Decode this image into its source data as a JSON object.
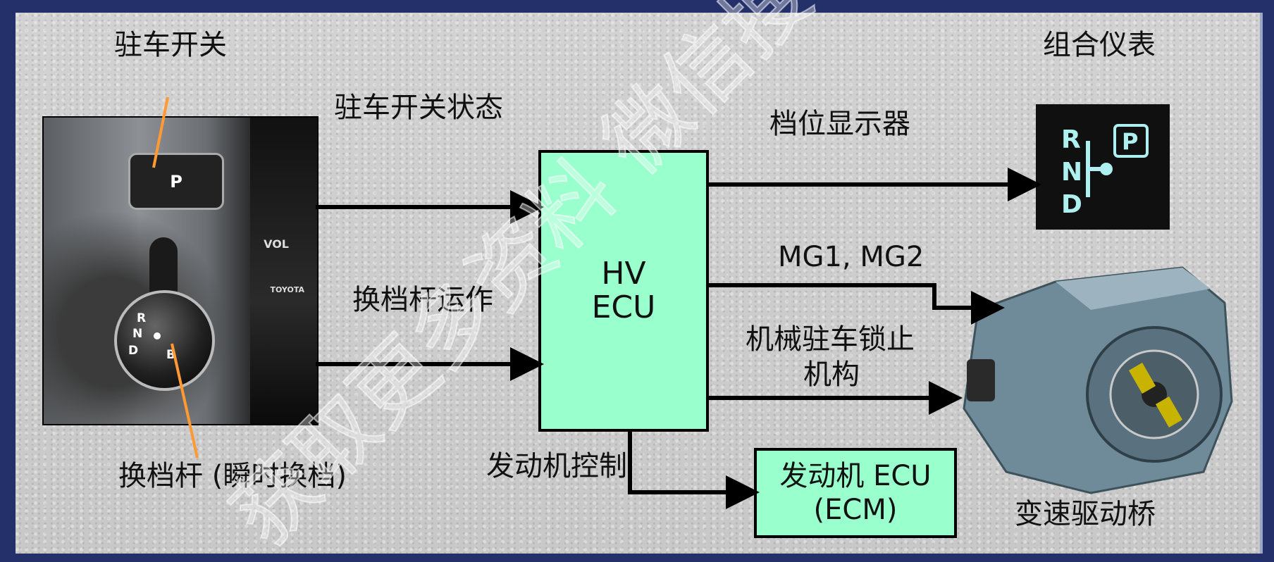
{
  "labels": {
    "park_switch": "驻车开关",
    "park_switch_state": "驻车开关状态",
    "shift_lever_operation": "换档杆运作",
    "shift_lever": "换档杆 (瞬时换档)",
    "engine_control": "发动机控制",
    "shift_position_indicator": "档位显示器",
    "combination_meter": "组合仪表",
    "mg": "MG1, MG2",
    "parking_lock_line1": "机械驻车锁止",
    "parking_lock_line2": "机构",
    "transaxle": "变速驱动桥"
  },
  "hv_ecu": {
    "line1": "HV",
    "line2": "ECU"
  },
  "engine_ecu": {
    "line1": "发动机 ECU",
    "line2": "(ECM)"
  },
  "photo": {
    "p_button": "P",
    "vol": "VOL",
    "brand": "TOYOTA",
    "knob_letters": [
      "R",
      "N",
      "D",
      "B"
    ]
  },
  "display": {
    "letters": [
      "R",
      "N",
      "D"
    ],
    "park": "P"
  },
  "watermark": "获取更多资料 微信搜索",
  "colors": {
    "box_fill": "#99ffcc",
    "pointer": "#ff9933",
    "display_glyph": "#aef0f0"
  }
}
